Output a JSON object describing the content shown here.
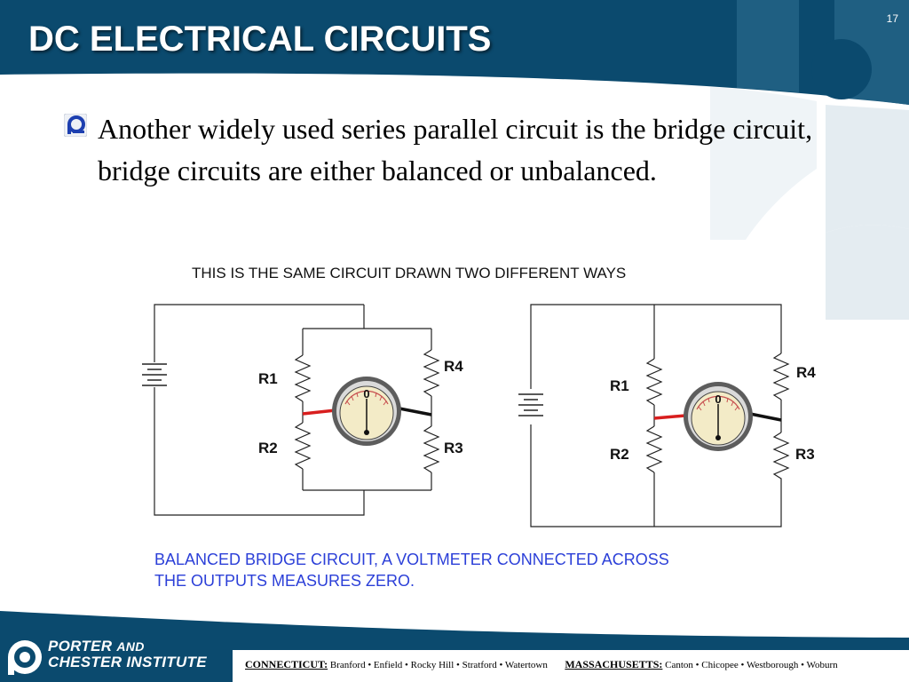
{
  "slide": {
    "title": "DC ELECTRICAL CIRCUITS",
    "number": "17",
    "bullet": "Another widely used series parallel circuit is the bridge circuit, bridge circuits are either balanced or unbalanced."
  },
  "diagram": {
    "heading": "THIS IS THE SAME CIRCUIT DRAWN TWO DIFFERENT WAYS",
    "left": {
      "r1": "R1",
      "r2": "R2",
      "r3": "R3",
      "r4": "R4",
      "meter_reading": "0"
    },
    "right": {
      "r1": "R1",
      "r2": "R2",
      "r3": "R3",
      "r4": "R4",
      "meter_reading": "0"
    },
    "caption_line1": "BALANCED BRIDGE CIRCUIT, A VOLTMETER CONNECTED ACROSS",
    "caption_line2": "THE OUTPUTS MEASURES ZERO."
  },
  "footer": {
    "brand_line1_a": "PORTER",
    "brand_line1_b": "AND",
    "brand_line2": "CHESTER INSTITUTE",
    "state1": "CONNECTICUT:",
    "state1_towns": "Branford • Enfield • Rocky Hill • Stratford • Watertown",
    "state2": "MASSACHUSETTS:",
    "state2_towns": "Canton • Chicopee • Westborough • Woburn"
  },
  "colors": {
    "navy": "#0b4a6e",
    "caption_blue": "#2b3fd8",
    "meter_face": "#f3ebc7",
    "red_lead": "#d81e1e"
  }
}
